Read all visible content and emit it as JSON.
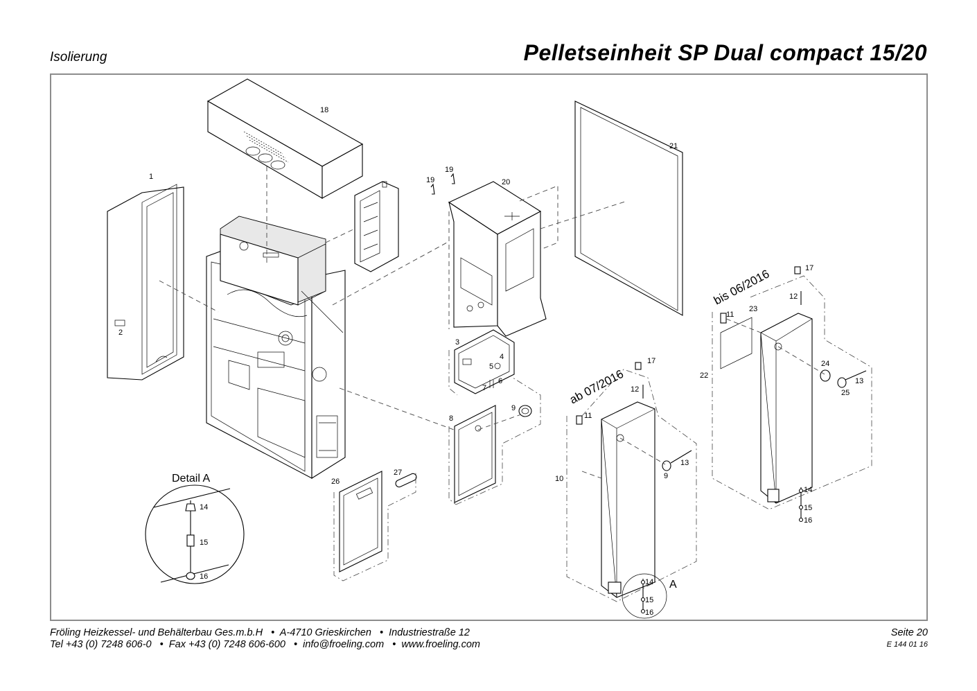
{
  "header": {
    "section": "Isolierung",
    "title": "Pelletseinheit SP Dual compact 15/20"
  },
  "drawing": {
    "detail_title": "Detail A",
    "label_ab": "ab 07/2016",
    "label_bis": "bis 06/2016",
    "detail_ref": "A",
    "callouts": {
      "c1": "1",
      "c2": "2",
      "c3": "3",
      "c4": "4",
      "c5": "5",
      "c6": "6",
      "c7": "7",
      "c8": "8",
      "c9a": "9",
      "c9b": "9",
      "c10": "10",
      "c11a": "11",
      "c11b": "11",
      "c12a": "12",
      "c12b": "12",
      "c13a": "13",
      "c13b": "13",
      "c14a": "14",
      "c14b": "14",
      "c14c": "14",
      "c15a": "15",
      "c15b": "15",
      "c15c": "15",
      "c16a": "16",
      "c16b": "16",
      "c16c": "16",
      "c17a": "17",
      "c17b": "17",
      "c18": "18",
      "c19a": "19",
      "c19b": "19",
      "c20": "20",
      "c21": "21",
      "c22": "22",
      "c23": "23",
      "c24": "24",
      "c25": "25",
      "c26": "26",
      "c27": "27"
    }
  },
  "footer": {
    "line1": "Fröling Heizkessel- und Behälterbau Ges.m.b.H   •  A-4710 Grieskirchen   •  Industriestraße 12",
    "line2": "Tel +43 (0) 7248 606-0   •  Fax +43 (0) 7248 606-600   •  info@froeling.com   •  www.froeling.com",
    "page": "Seite 20",
    "doc_number": "E 144 01 16"
  }
}
